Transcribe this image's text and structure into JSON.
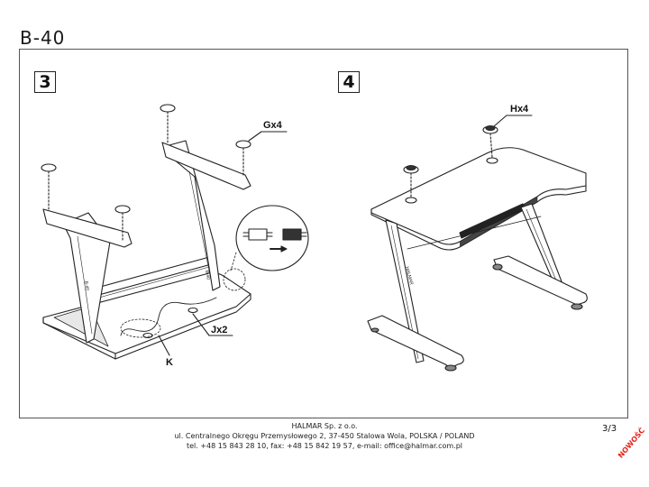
{
  "header": {
    "model_code": "B-40"
  },
  "steps": [
    {
      "number": "3",
      "labels": {
        "g": "Gx4",
        "j": "Jx2",
        "k": "K"
      }
    },
    {
      "number": "4",
      "labels": {
        "h": "Hx4"
      }
    }
  ],
  "footer": {
    "company": "HALMAR Sp. z o.o.",
    "address": "ul. Centralnego Okręgu Przemysłowego 2, 37-450 Stalowa Wola, POLSKA / POLAND",
    "contact": "tel. +48 15 843 28 10, fax: +48 15 842 19 57, e-mail: office@halmar.com.pl",
    "page": "3/3"
  },
  "badge": "NOWOŚĆ"
}
